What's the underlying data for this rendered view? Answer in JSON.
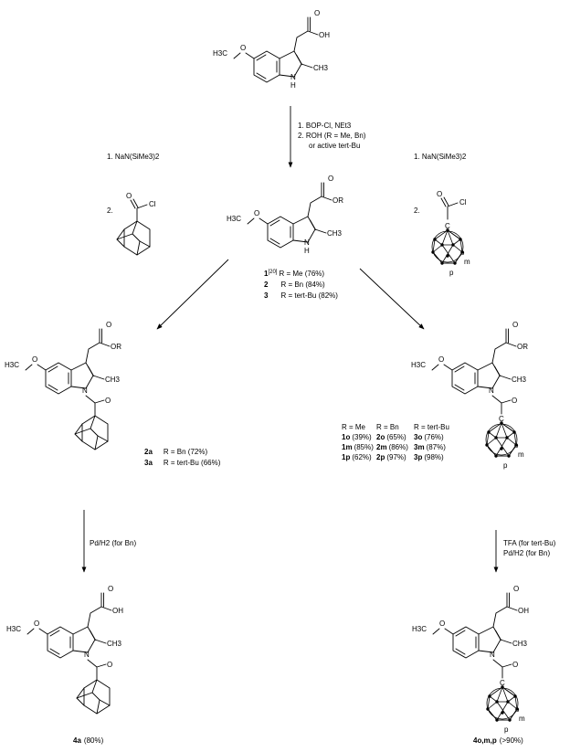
{
  "atoms": {
    "h3c": "H3C",
    "o": "O",
    "oh": "OH",
    "or": "OR",
    "ch3": "CH3",
    "n": "N",
    "nh": "H",
    "cl": "Cl",
    "c": "C"
  },
  "carborane_labels": {
    "o": "o",
    "m": "m",
    "p": "p"
  },
  "conditions": {
    "top": [
      "1. BOP-Cl, NEt3",
      "2. ROH (R = Me, Bn)",
      "or active tert-Bu"
    ],
    "left_reagent": [
      "1. NaN(SiMe3)2",
      "2."
    ],
    "right_reagent": [
      "1. NaN(SiMe3)2",
      "2."
    ],
    "left_deprotect": "Pd/H2 (for Bn)",
    "right_deprotect": [
      "TFA (for tert-Bu)",
      "Pd/H2 (for Bn)"
    ]
  },
  "compounds_center": [
    {
      "label": "1",
      "ref": "[20]",
      "text": "R = Me (76%)"
    },
    {
      "label": "2",
      "ref": "",
      "text": "R = Bn (84%)"
    },
    {
      "label": "3",
      "ref": "",
      "text": "R = tert-Bu (82%)"
    }
  ],
  "compounds_left": [
    {
      "label": "2a",
      "text": "R = Bn (72%)"
    },
    {
      "label": "3a",
      "text": "R = tert-Bu (66%)"
    }
  ],
  "table_right": {
    "headers": [
      "R = Me",
      "R = Bn",
      "R = tert-Bu"
    ],
    "rows": [
      [
        [
          "1o",
          "(39%)"
        ],
        [
          "2o",
          "(65%)"
        ],
        [
          "3o",
          "(76%)"
        ]
      ],
      [
        [
          "1m",
          "(85%)"
        ],
        [
          "2m",
          "(86%)"
        ],
        [
          "3m",
          "(87%)"
        ]
      ],
      [
        [
          "1p",
          "(62%)"
        ],
        [
          "2p",
          "(97%)"
        ],
        [
          "3p",
          "(98%)"
        ]
      ]
    ]
  },
  "final_left": {
    "label": "4a",
    "yield": "(80%)"
  },
  "final_right": {
    "label": "4o,m,p",
    "yield": "(>90%)"
  }
}
